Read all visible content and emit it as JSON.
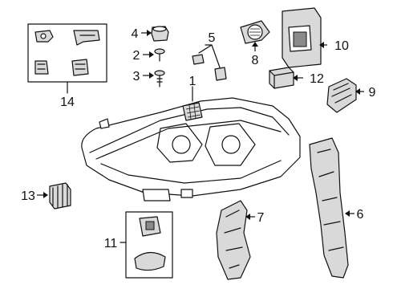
{
  "callouts": {
    "c1": "1",
    "c2": "2",
    "c3": "3",
    "c4": "4",
    "c5": "5",
    "c6": "6",
    "c7": "7",
    "c8": "8",
    "c9": "9",
    "c10": "10",
    "c11": "11",
    "c12": "12",
    "c13": "13",
    "c14": "14"
  },
  "colors": {
    "line": "#111111",
    "shade": "#d9d9d9",
    "background": "#ffffff"
  }
}
